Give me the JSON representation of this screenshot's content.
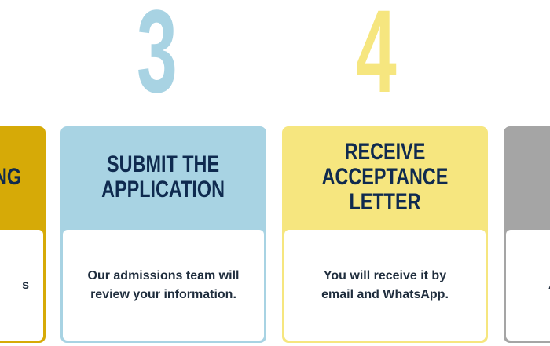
{
  "steps": {
    "step2": {
      "title_fragment": "NG",
      "desc_fragment": "s",
      "color": "#d6aa07"
    },
    "step3": {
      "number": "3",
      "title": "SUBMIT THE\nAPPLICATION",
      "description": "Our admissions team will\nreview your information.",
      "color": "#a8d3e3"
    },
    "step4": {
      "number": "4",
      "title": "RECEIVE ACCEPTANCE\nLETTER",
      "description": "You will receive it by\nemail and WhatsApp.",
      "color": "#f6e67f"
    },
    "step5": {
      "desc_fragment": "A",
      "color": "#a5a5a5"
    }
  }
}
